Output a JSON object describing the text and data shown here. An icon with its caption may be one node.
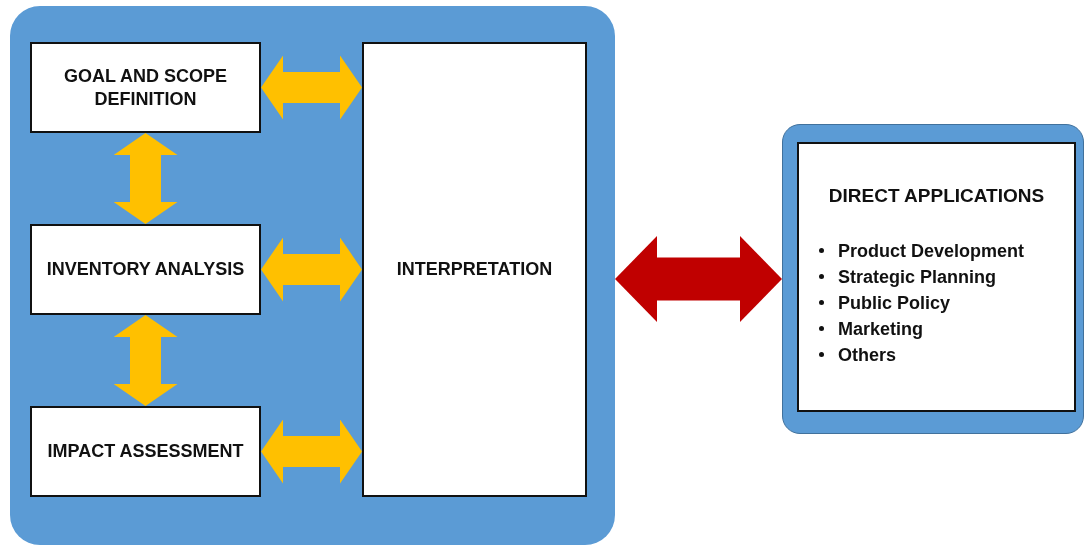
{
  "diagram": {
    "nodes": [
      {
        "text": [],
        "shape": "box"
      },
      {
        "text": [
          "GOAL AND SCOPE DEFINITION"
        ],
        "in": 0
      },
      {
        "text": [
          "INVENTORY ANALYSIS"
        ],
        "in": 0
      },
      {
        "text": [
          "IMPACT ASSESSMENT"
        ],
        "in": 0
      },
      {
        "text": [
          "INTERPRETATION"
        ],
        "in": 0
      },
      {
        "text": [],
        "shape": "box"
      },
      {
        "text": [
          "DIRECT APPLICATIONS",
          "Product Development",
          "Strategic Planning",
          "Public Policy",
          "Marketing",
          "Others"
        ],
        "in": 5
      }
    ],
    "edges": [
      {
        "from": 1,
        "to": 2,
        "arrow": "both"
      },
      {
        "from": 2,
        "to": 3,
        "arrow": "both"
      },
      {
        "from": 1,
        "to": 4,
        "arrow": "both"
      },
      {
        "from": 2,
        "to": 4,
        "arrow": "both"
      },
      {
        "from": 3,
        "to": 4,
        "arrow": "both"
      },
      {
        "from": 0,
        "to": 5,
        "arrow": "both",
        "style": "thick",
        "color": "#c00000"
      }
    ]
  }
}
